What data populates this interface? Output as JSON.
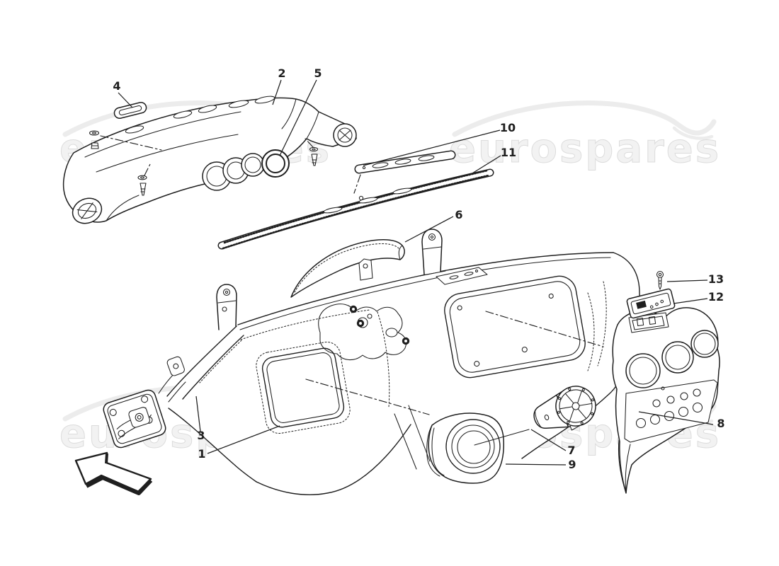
{
  "canvas": {
    "background": "#ffffff",
    "line_color": "#1f1f1f"
  },
  "watermark": {
    "text": "eurospares",
    "text_color": "#f2f2f2",
    "outline_color": "#dcdcdc",
    "swoosh_color": "#ececec"
  },
  "labels": {
    "p1": "1",
    "p2": "2",
    "p3": "3",
    "p4": "4",
    "p5": "5",
    "p6": "6",
    "p7": "7",
    "p8": "8",
    "p9": "9",
    "p10": "10",
    "p11": "11",
    "p12": "12",
    "p13": "13"
  }
}
